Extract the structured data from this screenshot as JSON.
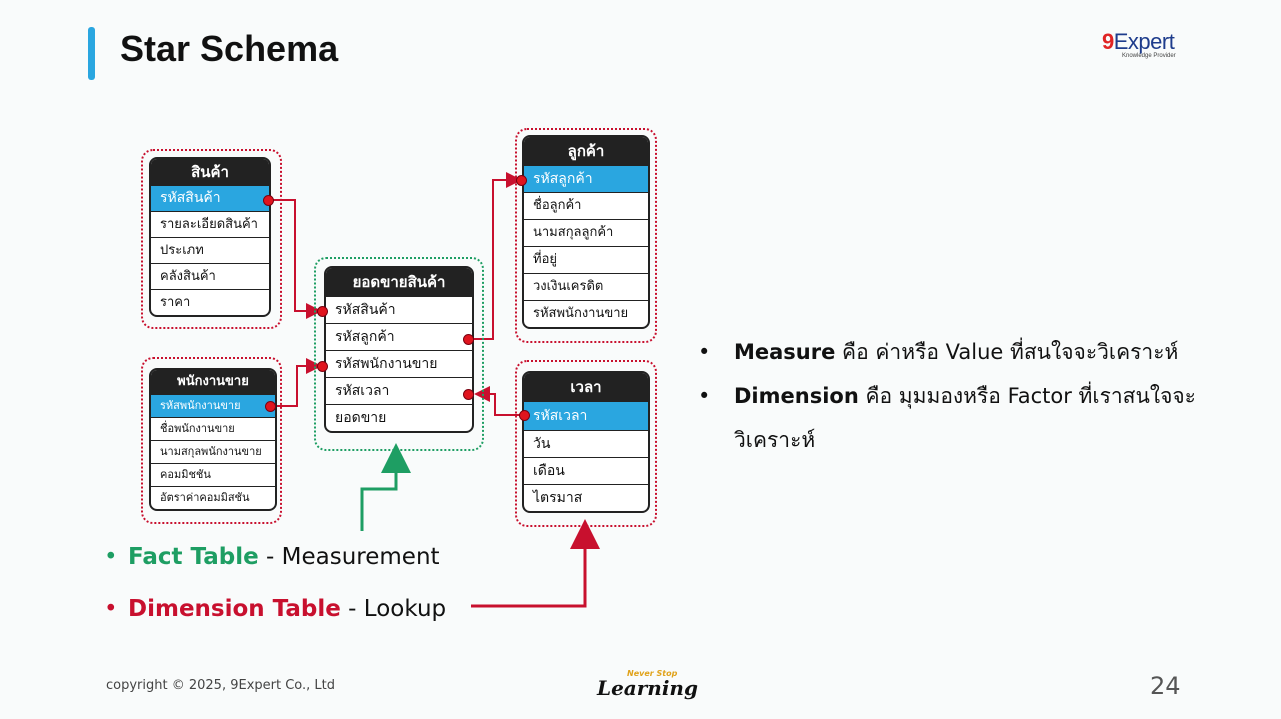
{
  "slide": {
    "title": "Star Schema",
    "page_number": "24",
    "footer_copyright": "copyright © 2025, 9Expert Co., Ltd"
  },
  "logo": {
    "brand_number": "9",
    "brand_text": "Expert",
    "tagline": "Knowledge Provider"
  },
  "footer_logo": {
    "small_text": "Never Stop",
    "big_text": "Learning"
  },
  "tables": {
    "product": {
      "header": "สินค้า",
      "rows": [
        "รหัสสินค้า",
        "รายละเอียดสินค้า",
        "ประเภท",
        "คลังสินค้า",
        "ราคา"
      ]
    },
    "employee": {
      "header": "พนักงานขาย",
      "rows": [
        "รหัสพนักงานขาย",
        "ชื่อพนักงานขาย",
        "นามสกุลพนักงานขาย",
        "คอมมิชชัน",
        "อัตราค่าคอมมิสชัน"
      ]
    },
    "fact": {
      "header": "ยอดขายสินค้า",
      "rows": [
        "รหัสสินค้า",
        "รหัสลูกค้า",
        "รหัสพนักงานขาย",
        "รหัสเวลา",
        "ยอดขาย"
      ]
    },
    "customer": {
      "header": "ลูกค้า",
      "rows": [
        "รหัสลูกค้า",
        "ชื่อลูกค้า",
        "นามสกุลลูกค้า",
        "ที่อยู่",
        "วงเงินเครดิต",
        "รหัสพนักงานขาย"
      ]
    },
    "time": {
      "header": "เวลา",
      "rows": [
        "รหัสเวลา",
        "วัน",
        "เดือน",
        "ไตรมาส"
      ]
    }
  },
  "definitions": [
    {
      "term": "Measure",
      "text": " คือ ค่าหรือ Value ที่สนใจจะวิเคราะห์"
    },
    {
      "term": "Dimension",
      "text": " คือ มุมมองหรือ Factor ที่เราสนใจจะวิเคราะห์"
    }
  ],
  "legend": {
    "fact": {
      "bullet": "•",
      "term": "Fact Table",
      "text": " - Measurement"
    },
    "dimension": {
      "bullet": "•",
      "term": "Dimension Table",
      "text": " - Lookup"
    }
  },
  "colors": {
    "accent_blue": "#2aa6e0",
    "fact_green": "#1e9e63",
    "dimension_red": "#c8102e",
    "connector_red": "#c8102e",
    "key_dot": "#e0141e",
    "table_header": "#222222"
  }
}
